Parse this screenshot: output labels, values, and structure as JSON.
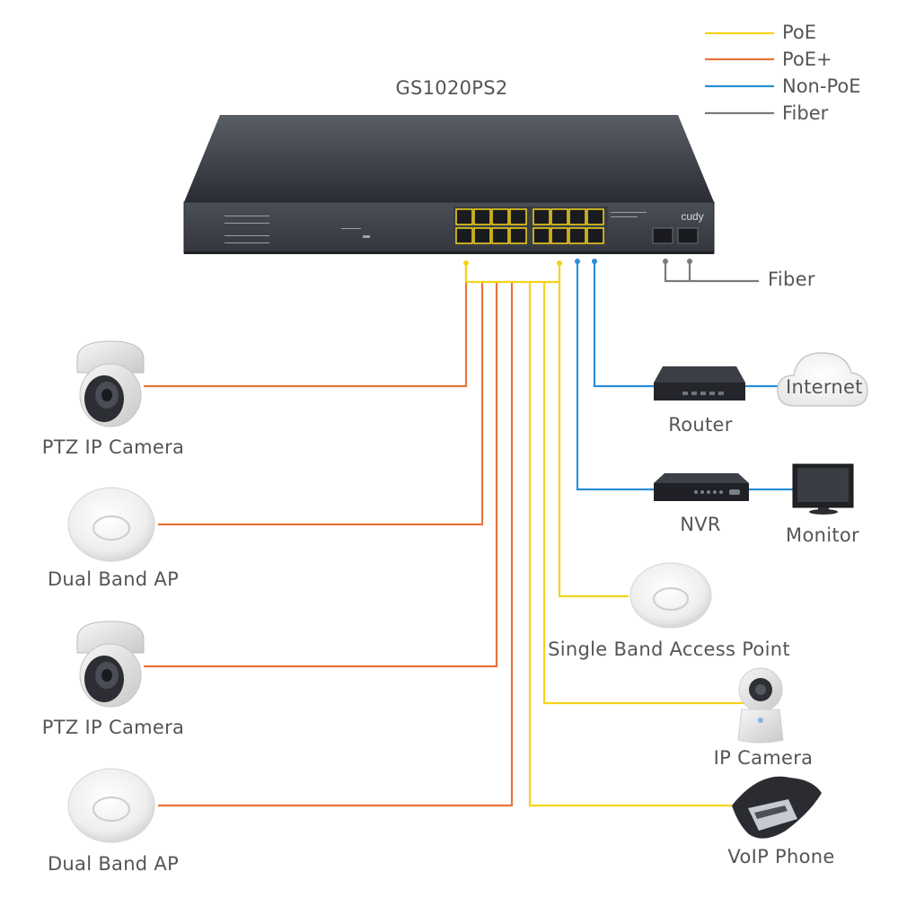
{
  "switch": {
    "model": "GS1020PS2",
    "brand": "cudy"
  },
  "legend": [
    {
      "label": "PoE",
      "color": "#f5d31b"
    },
    {
      "label": "PoE+",
      "color": "#e8743b"
    },
    {
      "label": "Non-PoE",
      "color": "#2a8fd8"
    },
    {
      "label": "Fiber",
      "color": "#7a7a7a"
    }
  ],
  "fiber_label": "Fiber",
  "devices": {
    "left": [
      {
        "label": "PTZ IP Camera",
        "icon": "dome-camera-icon",
        "link": "PoE+"
      },
      {
        "label": "Dual Band AP",
        "icon": "ceiling-access-point-icon",
        "link": "PoE+"
      },
      {
        "label": "PTZ IP Camera",
        "icon": "dome-camera-icon",
        "link": "PoE+"
      },
      {
        "label": "Dual Band AP",
        "icon": "ceiling-access-point-icon",
        "link": "PoE+"
      }
    ],
    "right": [
      {
        "label": "Router",
        "icon": "router-icon",
        "link": "Non-PoE"
      },
      {
        "label": "Internet",
        "icon": "cloud-icon",
        "link": "Non-PoE"
      },
      {
        "label": "NVR",
        "icon": "nvr-icon",
        "link": "Non-PoE"
      },
      {
        "label": "Monitor",
        "icon": "monitor-icon",
        "link": "Non-PoE"
      },
      {
        "label": "Single Band Access Point",
        "icon": "ceiling-access-point-icon",
        "link": "PoE"
      },
      {
        "label": "IP Camera",
        "icon": "cube-camera-icon",
        "link": "PoE"
      },
      {
        "label": "VoIP Phone",
        "icon": "conference-phone-icon",
        "link": "PoE"
      }
    ]
  }
}
